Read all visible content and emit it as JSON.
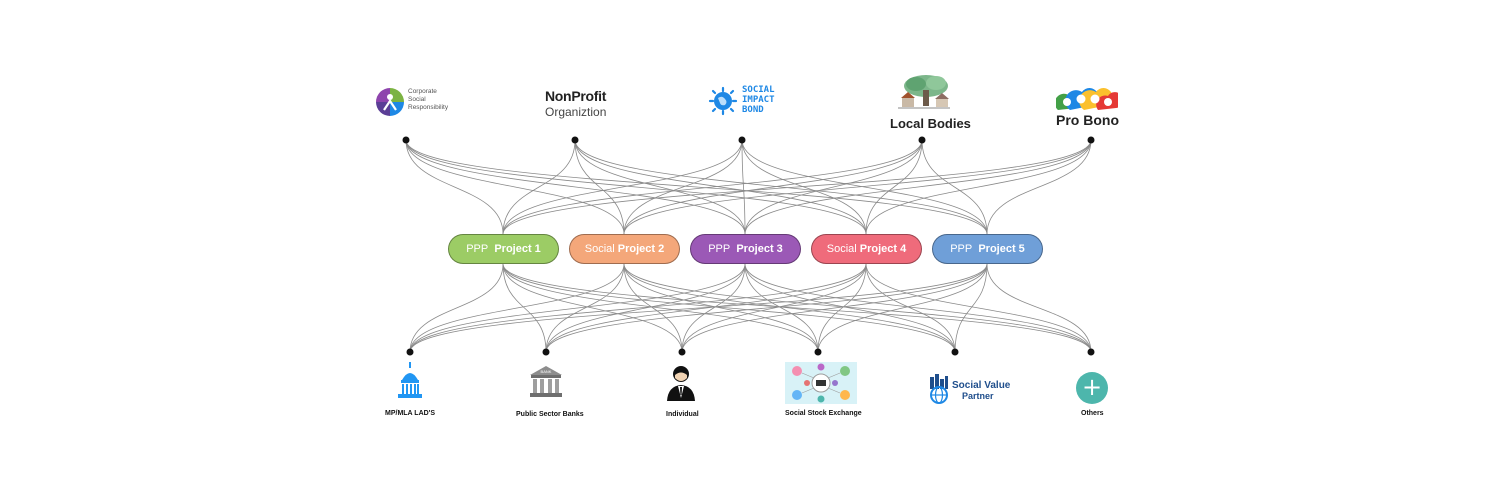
{
  "top_nodes": [
    {
      "id": "csr",
      "lines": [
        "Corporate",
        "Social",
        "Responsibility"
      ]
    },
    {
      "id": "npo",
      "title": "NonProfit",
      "subtitle": "Organiztion"
    },
    {
      "id": "sib",
      "lines": [
        "SOCIAL",
        "IMPACT",
        "BOND"
      ]
    },
    {
      "id": "local",
      "label": "Local Bodies"
    },
    {
      "id": "probono",
      "label": "Pro Bono"
    }
  ],
  "projects": [
    {
      "prefix": "PPP",
      "label": "Project 1",
      "color": "#9ccc65"
    },
    {
      "prefix": "Social",
      "label": "Project 2",
      "color": "#f4a77a"
    },
    {
      "prefix": "PPP",
      "label": "Project 3",
      "color": "#9b59b6"
    },
    {
      "prefix": "Social",
      "label": "Project 4",
      "color": "#ef6b7b"
    },
    {
      "prefix": "PPP",
      "label": "Project 5",
      "color": "#6f9fd8"
    }
  ],
  "bottom_nodes": [
    {
      "id": "mp",
      "label": "MP/MLA LAD'S"
    },
    {
      "id": "banks",
      "label": "Public Sector Banks",
      "sign": "BANK"
    },
    {
      "id": "individual",
      "label": "Individual"
    },
    {
      "id": "sse",
      "label": "Social Stock Exchange"
    },
    {
      "id": "svp",
      "title": "Social Value",
      "subtitle": "Partner"
    },
    {
      "id": "others",
      "label": "Others",
      "icon": "+"
    }
  ],
  "colors": {
    "line": "#8a8a8a",
    "dot": "#111111",
    "csr_purple": "#5b3e96",
    "csr_green": "#7cb342",
    "csr_blue": "#1e88e5",
    "sib_blue": "#1e88e5",
    "svp_blue": "#1f4e8c",
    "others_teal": "#4db6ac"
  }
}
